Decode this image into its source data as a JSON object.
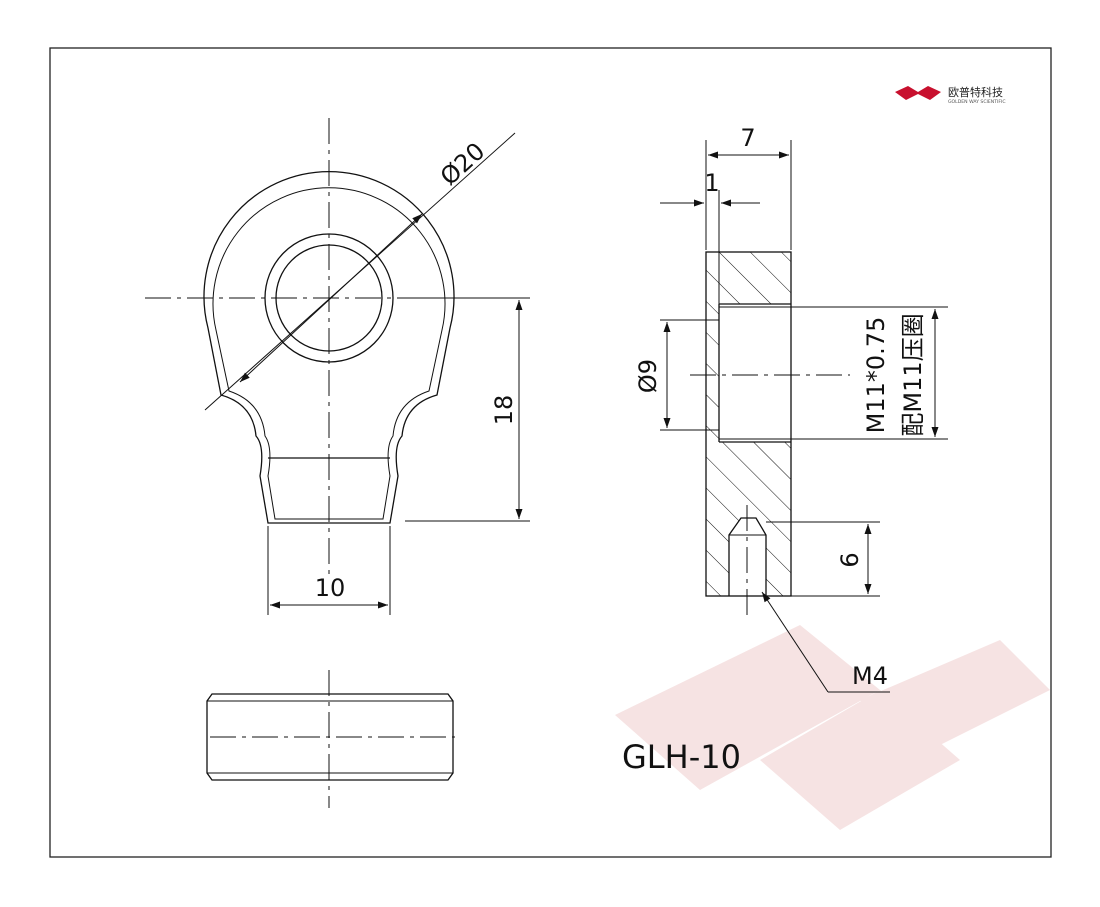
{
  "brand": {
    "name_cn": "欧普特科技",
    "name_en": "GOLDEN WAY SCIENTIFIC",
    "logo_color": "#c8102e"
  },
  "model": "GLH-10",
  "dimensions": {
    "outer_diameter": "Ø20",
    "height": "18",
    "neck_width": "10",
    "thickness": "7",
    "step": "1",
    "bore": "Ø9",
    "thread": "M11*0.75",
    "mating_part": "配M11压圈",
    "tap_depth": "6",
    "tap_thread": "M4"
  },
  "colors": {
    "line": "#111111",
    "watermark": "#f6e3e3"
  }
}
